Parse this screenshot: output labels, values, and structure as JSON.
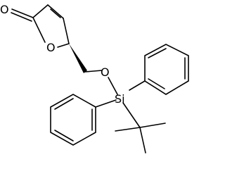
{
  "structure": {
    "atoms": {
      "carbonyl_oxygen": "O",
      "ring_oxygen": "O",
      "ether_oxygen": "O",
      "silicon": "Si"
    }
  },
  "colors": {
    "ink": "#000000",
    "background": "#ffffff"
  }
}
